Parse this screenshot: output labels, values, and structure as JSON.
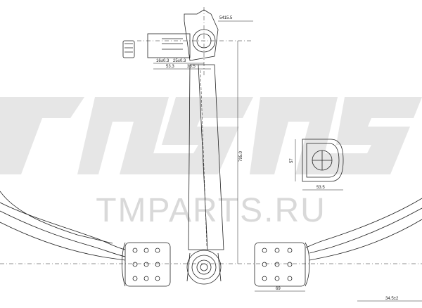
{
  "watermark": {
    "text": "TMPARTS.RU",
    "logo_color": "#e3e3e3"
  },
  "dimensions": {
    "top_small": "5415.5",
    "overall_length": "795.0",
    "bracket_height": "57",
    "bracket_width": "53.5",
    "pad_width": "69",
    "eye_spacing": "34.5±2",
    "hub_a": "16±0.3",
    "hub_b": "25±0.3",
    "hub_c": "53.3",
    "hub_d": "33.5"
  }
}
